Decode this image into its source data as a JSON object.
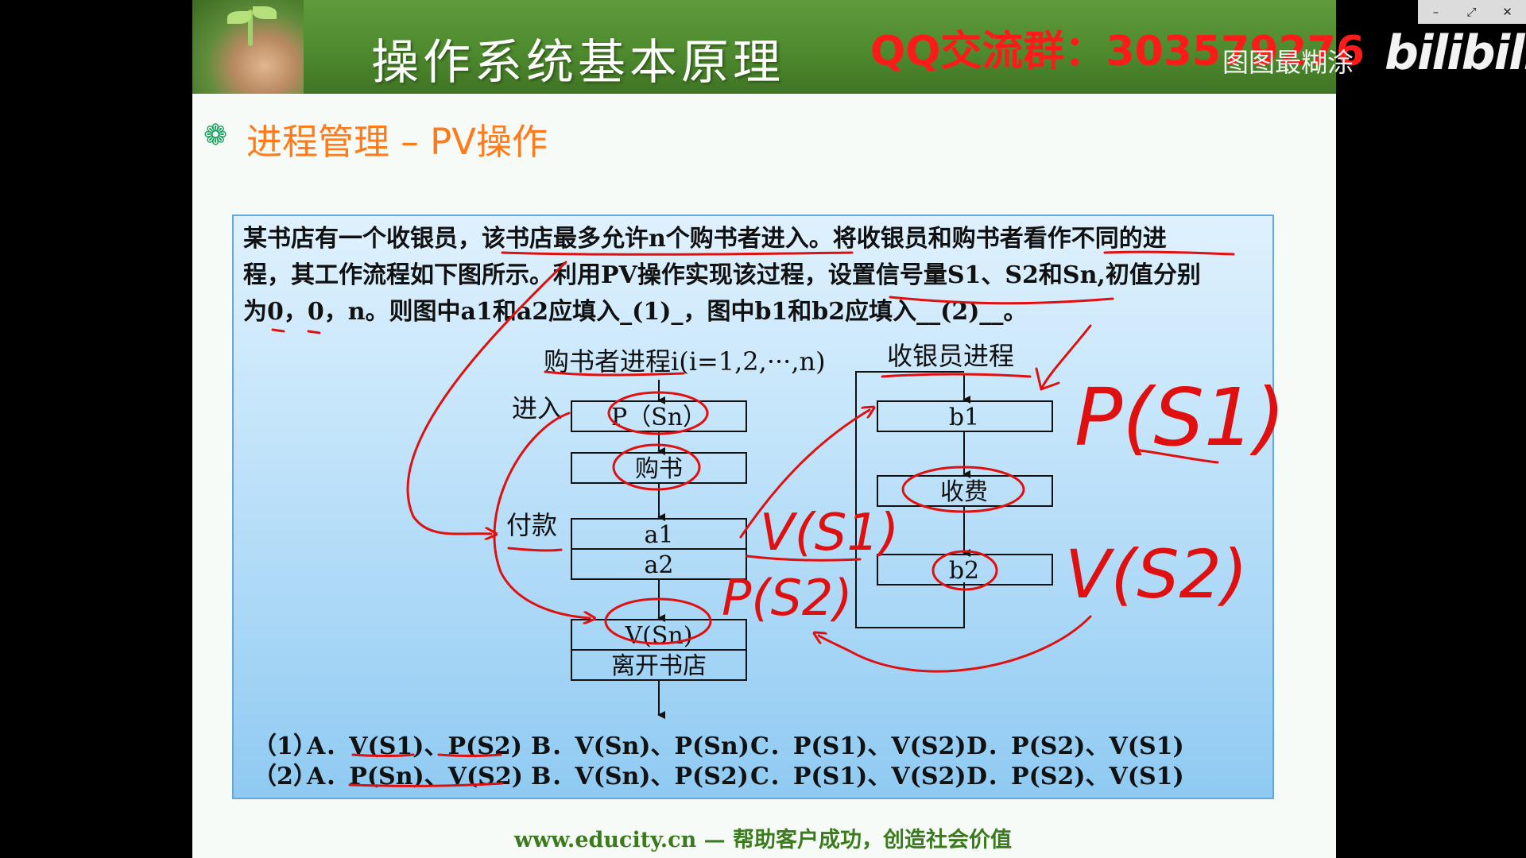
{
  "banner": {
    "title": "操作系统基本原理",
    "qq_group": "QQ交流群：303579276",
    "uploader": "图图最糊涂",
    "platform_logo": "bilibili"
  },
  "window_controls": {
    "minimize": "–",
    "restore": "⤢",
    "close": "✕"
  },
  "heading": {
    "bullet_icon": "❁",
    "text": "进程管理 – PV操作"
  },
  "problem": {
    "line1": "某书店有一个收银员，该书店最多允许n个购书者进入。将收银员和购书者看作不同的进",
    "line2": "程，其工作流程如下图所示。利用PV操作实现该过程，设置信号量S1、S2和Sn,初值分别",
    "line3": "为0，0，n。则图中a1和a2应填入_(1)_，图中b1和b2应填入__(2)__。"
  },
  "diagram": {
    "buyer_title": "购书者进程i(i=1,2,···,n)",
    "cashier_title": "收银员进程",
    "label_enter": "进入",
    "label_pay": "付款",
    "buyer_steps": [
      "P（Sn）",
      "购书",
      "a1",
      "a2",
      "V(Sn)",
      "离开书店"
    ],
    "cashier_steps": [
      "b1",
      "收费",
      "b2"
    ]
  },
  "annotations": {
    "p_s1": "P(S1)",
    "v_s1": "V(S1)",
    "p_s2": "P(S2)",
    "v_s2": "V(S2)"
  },
  "options": {
    "q1": {
      "num": "（1）",
      "A": "A．V(S1)、P(S2)",
      "B": "B．V(Sn)、P(Sn)",
      "C": "C．P(S1)、V(S2)",
      "D": "D．P(S2)、V(S1)"
    },
    "q2": {
      "num": "（2）",
      "A": "A．P(Sn)、V(S2)",
      "B": "B．V(Sn)、P(S2)",
      "C": "C．P(S1)、V(S2)",
      "D": "D．P(S2)、V(S1)"
    }
  },
  "footer": "www.educity.cn  —  帮助客户成功，创造社会价值",
  "colors": {
    "banner_green": "#4e8a2e",
    "heading_orange": "#ff7a1a",
    "ink_red": "#e01010",
    "box_blue": "#a9d7f6"
  }
}
